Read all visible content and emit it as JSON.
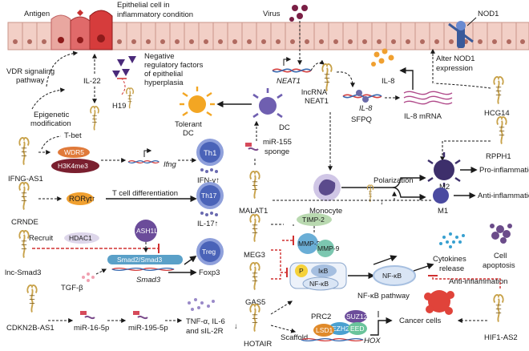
{
  "labels": {
    "antigen": "Antigen",
    "epithelial_l1": "Epithelial cell in",
    "epithelial_l2": "inflammatory condition",
    "virus": "Virus",
    "nod1": "NOD1",
    "vdr_l1": "VDR signaling",
    "vdr_l2": "pathway",
    "il22": "IL-22",
    "neg_l1": "Negative",
    "neg_l2": "regulatory factors",
    "neg_l3": "of epithelial",
    "neg_l4": "hyperplasia",
    "h19": "H19",
    "neat1_gene": "NEAT1",
    "lnc_l1": "lncRNA",
    "lnc_l2": "NEAT1",
    "il8_top": "IL-8",
    "alter_l1": "Alter NOD1",
    "alter_l2": "expression",
    "hcg14": "HCG14",
    "il8_gene": "IL-8",
    "sfpq": "SFPQ",
    "il8_mrna": "IL-8 mRNA",
    "tolerant_l1": "Tolerant",
    "tolerant_l2": "DC",
    "dc": "DC",
    "epi_l1": "Epigenetic",
    "epi_l2": "modification",
    "tbet": "T-bet",
    "ifng_as1": "IFNG-AS1",
    "wdr5": "WDR5",
    "h3k4me3": "H3K4me3",
    "ifng": "Ifng",
    "th1": "Th1",
    "ifn_gamma": "IFN-γ↑",
    "mir155_l1": "miR-155",
    "mir155_l2": "sponge",
    "rpph1": "RPPH1",
    "monocyte": "Monocyte",
    "polarization": "Polarization",
    "m2": "M2",
    "pro_inflammation": "Pro-inflammation",
    "crnde": "CRNDE",
    "rorgt": "RORγt↑",
    "t_cell_diff": "T cell differentiation",
    "th17": "Th17",
    "il17": "IL-17↑",
    "malat1": "MALAT1",
    "m1": "M1",
    "anti_inflammation_1": "Anti-inflammation",
    "recruit": "Recruit",
    "hdac1": "HDAC1",
    "ash1l": "ASH1L",
    "smad_complex": "Smad2/Smad3",
    "smad3_gene": "Smad3",
    "treg": "Treg",
    "foxp3": "Foxp3",
    "tgf_beta": "TGF-β",
    "lnc_smad3": "lnc-Smad3",
    "meg3": "MEG3",
    "timp2": "TIMP-2",
    "mmp2": "MMP-2",
    "mmp9": "MMP-9",
    "gas5": "GAS5",
    "p_label": "P",
    "ikb": "IκB",
    "nfkb_1": "NF-κB",
    "nfkb_2": "NF-κB",
    "nfkb_pathway": "NF-κB pathway",
    "cytokines_l1": "Cytokines",
    "cytokines_l2": "release",
    "cell_l1": "Cell",
    "cell_l2": "apoptosis",
    "anti_inflammation_2": "Anti-inflammation",
    "cdkn2b": "CDKN2B-AS1",
    "mir16": "miR-16-5p",
    "mir195": "miR-195-5p",
    "tnf_l1": "TNF-α, IL-6",
    "tnf_l2": "and sIL-2R",
    "hotair": "HOTAIR",
    "scaffold": "Scaffold",
    "prc2": "PRC2",
    "suz12": "SUZ12",
    "lsd1": "LSD1",
    "ezh2": "EZH2",
    "eed": "EED",
    "hox": "HOX",
    "cancer_cells": "Cancer cells",
    "hif1": "HIF1-AS2"
  },
  "colors": {
    "epithelium_fill": "#f2cfc6",
    "epithelium_stroke": "#c9948a",
    "inflamed_cell": "#d63c3c",
    "inflamed_nucleus": "#8e1b1b",
    "virus": "#7a1f45",
    "h19_triangle": "#4a2a7a",
    "th_cell": "#4a63b8",
    "th_cell_light": "#8fa0db",
    "dc_orange": "#f3a623",
    "dc_purple": "#6f5fb0",
    "monocyte": "#5b4a8c",
    "m2": "#3d2f6b",
    "m1": "#4a4aa0",
    "wdr5": "#e07a3a",
    "h3k4me3": "#7a1f2f",
    "ror_orange": "#f0a030",
    "ash1l": "#6b4c9a",
    "smad_bar": "#5aa0c8",
    "hdac1": "#ddd6ea",
    "timp2": "#b9d9b0",
    "mmp2": "#6aaed6",
    "mmp9": "#7cc7b0",
    "ikb": "#a6bfe0",
    "p_yellow": "#f5d13a",
    "nfkb": "#d9e5f5",
    "cytokine_dots": "#38a0d0",
    "apoptosis": "#6b4c8a",
    "cancer": "#e0433a",
    "prc2_purple": "#6b4c9a",
    "ezh2_blue": "#4aa0d0",
    "eed_green": "#6ac49b",
    "lsd1_orange": "#e08a2a",
    "dna_red": "#d44040",
    "dna_blue": "#3a6ab0",
    "lncrna_yellow": "#e8c860",
    "inhibit_red": "#d03030",
    "il8_dots": "#f0a030",
    "mrna_purple": "#b04a8a",
    "nod1_blue": "#3a5a9a"
  }
}
